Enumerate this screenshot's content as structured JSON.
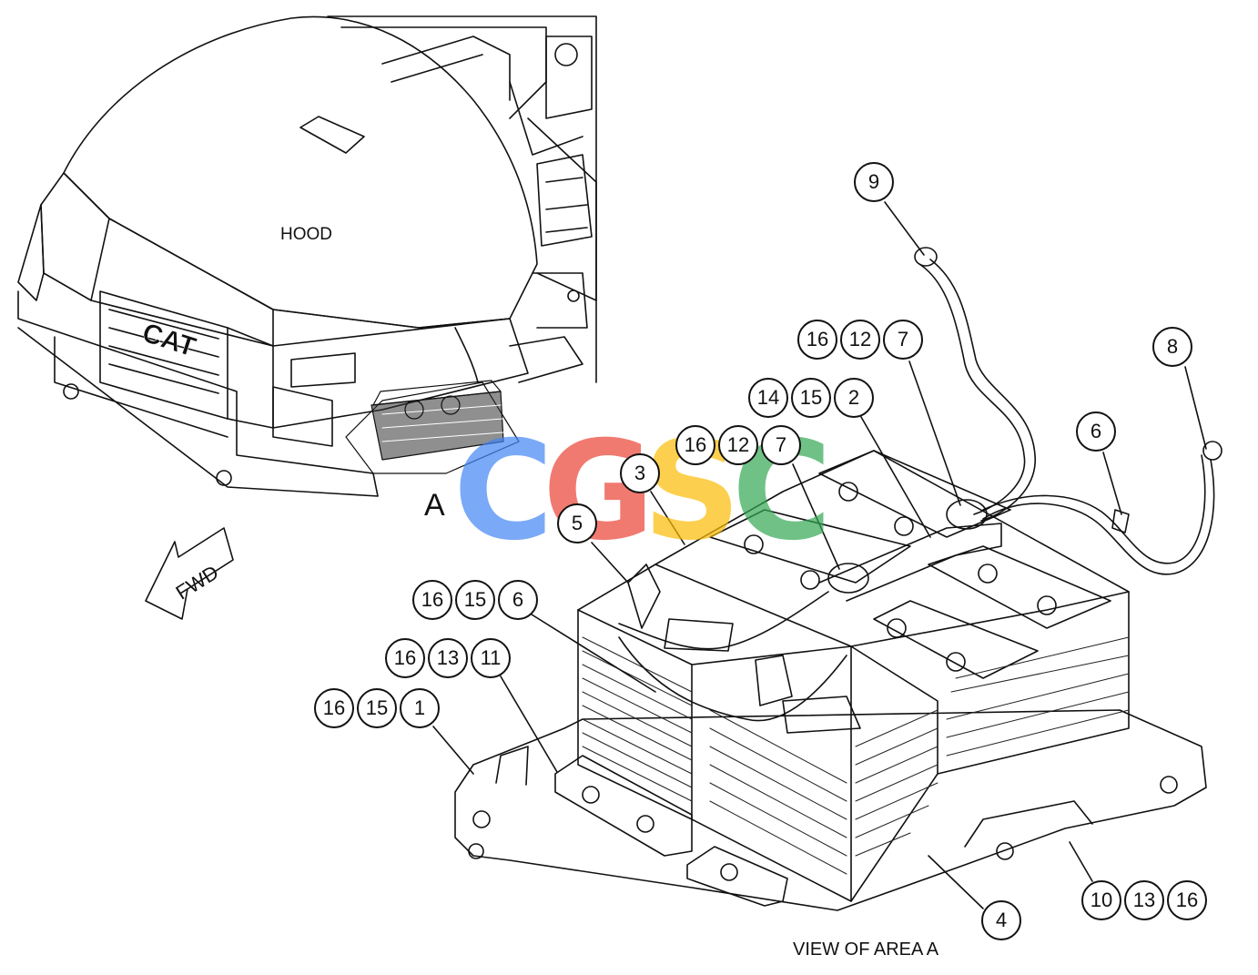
{
  "labels": {
    "hood": "HOOD",
    "area_marker": "A",
    "fwd": "FWD",
    "view_caption": "VIEW OF AREA A",
    "logo": "CAT"
  },
  "watermark": {
    "letters": [
      "C",
      "G",
      "S",
      "C"
    ],
    "colors": [
      "#4285F4",
      "#EA4335",
      "#FBBC05",
      "#34A853"
    ]
  },
  "callouts": [
    {
      "id": "b9",
      "number": "9"
    },
    {
      "id": "b8",
      "number": "8"
    },
    {
      "id": "b6a",
      "number": "6"
    },
    {
      "id": "b16a",
      "number": "16"
    },
    {
      "id": "b12a",
      "number": "12"
    },
    {
      "id": "b7a",
      "number": "7"
    },
    {
      "id": "b14",
      "number": "14"
    },
    {
      "id": "b15a",
      "number": "15"
    },
    {
      "id": "b2",
      "number": "2"
    },
    {
      "id": "b16b",
      "number": "16"
    },
    {
      "id": "b12b",
      "number": "12"
    },
    {
      "id": "b7b",
      "number": "7"
    },
    {
      "id": "b3",
      "number": "3"
    },
    {
      "id": "b5",
      "number": "5"
    },
    {
      "id": "b16c",
      "number": "16"
    },
    {
      "id": "b15b",
      "number": "15"
    },
    {
      "id": "b6b",
      "number": "6"
    },
    {
      "id": "b16d",
      "number": "16"
    },
    {
      "id": "b13a",
      "number": "13"
    },
    {
      "id": "b11",
      "number": "11"
    },
    {
      "id": "b16e",
      "number": "16"
    },
    {
      "id": "b15c",
      "number": "15"
    },
    {
      "id": "b1",
      "number": "1"
    },
    {
      "id": "b4",
      "number": "4"
    },
    {
      "id": "b10",
      "number": "10"
    },
    {
      "id": "b13b",
      "number": "13"
    },
    {
      "id": "b16f",
      "number": "16"
    }
  ]
}
